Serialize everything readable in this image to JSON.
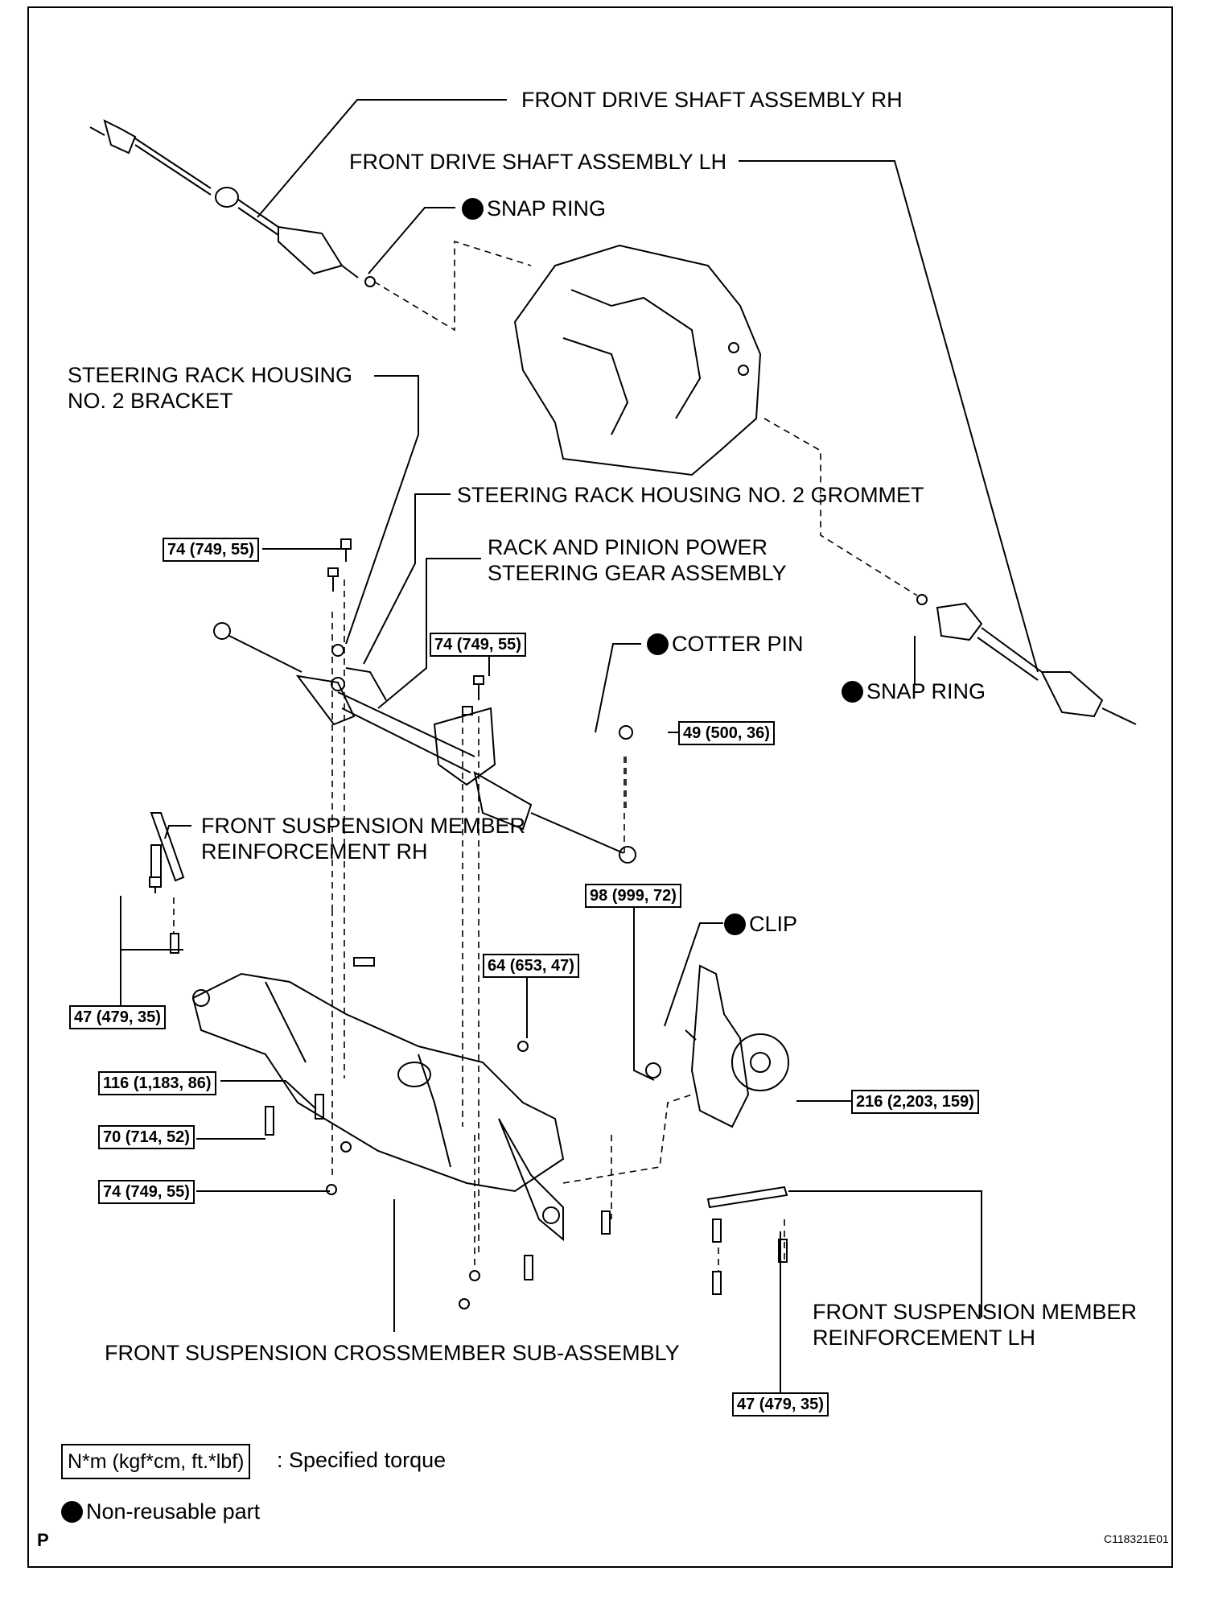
{
  "labels": {
    "drive_rh": "FRONT DRIVE SHAFT ASSEMBLY RH",
    "drive_lh": "FRONT DRIVE SHAFT ASSEMBLY LH",
    "snap_ring": "SNAP RING",
    "bracket": "STEERING RACK HOUSING\nNO. 2 BRACKET",
    "grommet": "STEERING RACK HOUSING NO. 2 GROMMET",
    "gear": "RACK AND PINION POWER\nSTEERING GEAR ASSEMBLY",
    "cotter_pin": "COTTER PIN",
    "reinf_rh": "FRONT SUSPENSION MEMBER\nREINFORCEMENT RH",
    "clip": "CLIP",
    "crossmember": "FRONT SUSPENSION CROSSMEMBER SUB-ASSEMBLY",
    "reinf_lh": "FRONT SUSPENSION MEMBER\nREINFORCEMENT LH"
  },
  "torques": {
    "t74a": "74 (749, 55)",
    "t74b": "74 (749, 55)",
    "t49": "49 (500, 36)",
    "t47a": "47 (479, 35)",
    "t98": "98 (999, 72)",
    "t64": "64 (653, 47)",
    "t116": "116 (1,183, 86)",
    "t70": "70 (714, 52)",
    "t74c": "74 (749, 55)",
    "t216": "216 (2,203, 159)",
    "t47b": "47 (479, 35)"
  },
  "legend": {
    "torque_unit": "N*m (kgf*cm, ft.*lbf)",
    "torque_text": ": Specified torque",
    "nonreusable": "Non-reusable part"
  },
  "footer": {
    "left": "P",
    "code": "C118321E01"
  },
  "icons": [
    "filled-circle-icon"
  ]
}
